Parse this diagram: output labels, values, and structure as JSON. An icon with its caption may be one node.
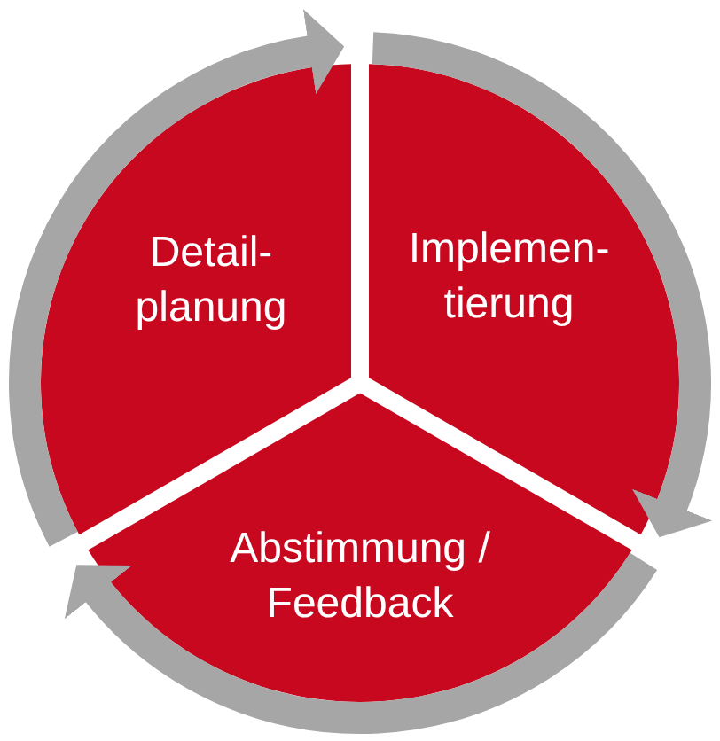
{
  "diagram": {
    "nodes": [
      {
        "text": [
          "Detail- planung"
        ]
      },
      {
        "text": [
          "Implemen- tierung"
        ]
      },
      {
        "text": [
          "Abstimmung / Feedback"
        ]
      }
    ],
    "edges": [
      {
        "from": 0,
        "to": 1,
        "arrow": "to"
      },
      {
        "from": 1,
        "to": 2,
        "arrow": "to"
      },
      {
        "from": 2,
        "to": 0,
        "arrow": "to"
      }
    ]
  }
}
